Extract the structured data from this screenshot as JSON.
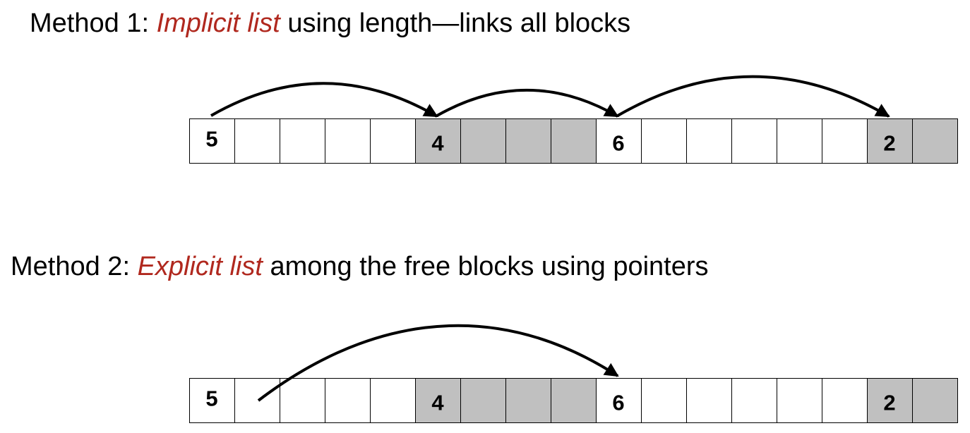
{
  "accent_color": "#b0281e",
  "free_block_color": "#ffffff",
  "allocated_block_color": "#c0c0c0",
  "methods": [
    {
      "prefix": "Method 1: ",
      "emphasis": "Implicit list",
      "rest": " using length—links all blocks",
      "arrow_kind": "header-to-header",
      "blocks": [
        {
          "size": 5,
          "label": "5",
          "allocated": false
        },
        {
          "size": 4,
          "label": "4",
          "allocated": true
        },
        {
          "size": 6,
          "label": "6",
          "allocated": false
        },
        {
          "size": 2,
          "label": "2",
          "allocated": true
        }
      ],
      "links": [
        [
          0,
          1
        ],
        [
          1,
          2
        ],
        [
          2,
          3
        ]
      ]
    },
    {
      "prefix": "Method 2: ",
      "emphasis": "Explicit list",
      "rest": " among the free blocks using pointers",
      "arrow_kind": "payload-to-header",
      "blocks": [
        {
          "size": 5,
          "label": "5",
          "allocated": false
        },
        {
          "size": 4,
          "label": "4",
          "allocated": true
        },
        {
          "size": 6,
          "label": "6",
          "allocated": false
        },
        {
          "size": 2,
          "label": "2",
          "allocated": true
        }
      ],
      "links": [
        [
          0,
          2
        ]
      ]
    }
  ]
}
